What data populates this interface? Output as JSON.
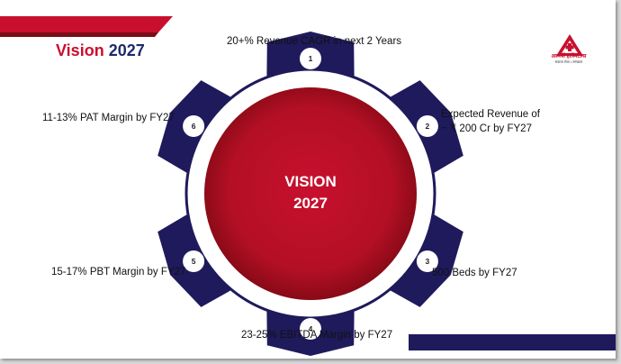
{
  "title": {
    "word1": "Vision",
    "word2": "2027"
  },
  "logo": {
    "text": "अस्पर्षी हॉस्पिटल्स",
    "tagline": "सवाथ्य सेवा • सम्पन्नता"
  },
  "center": {
    "line1": "VISION",
    "line2": "2027"
  },
  "nodes": [
    {
      "number": "1",
      "label": "20+% Revenue CAGR in next 2 Years"
    },
    {
      "number": "2",
      "label_line1": "Expected Revenue of",
      "label_line2": "~ ₹ 200 Cr by FY27"
    },
    {
      "number": "3",
      "label": "500 Beds by FY27"
    },
    {
      "number": "4",
      "label": "23-25% EBITDA Margin by FY27"
    },
    {
      "number": "5",
      "label": "15-17% PBT Margin by FY27"
    },
    {
      "number": "6",
      "label": "11-13% PAT Margin by FY27"
    }
  ],
  "colors": {
    "red": "#c8102e",
    "navy": "#1f1a5c",
    "dark_red": "#8b0a14"
  }
}
